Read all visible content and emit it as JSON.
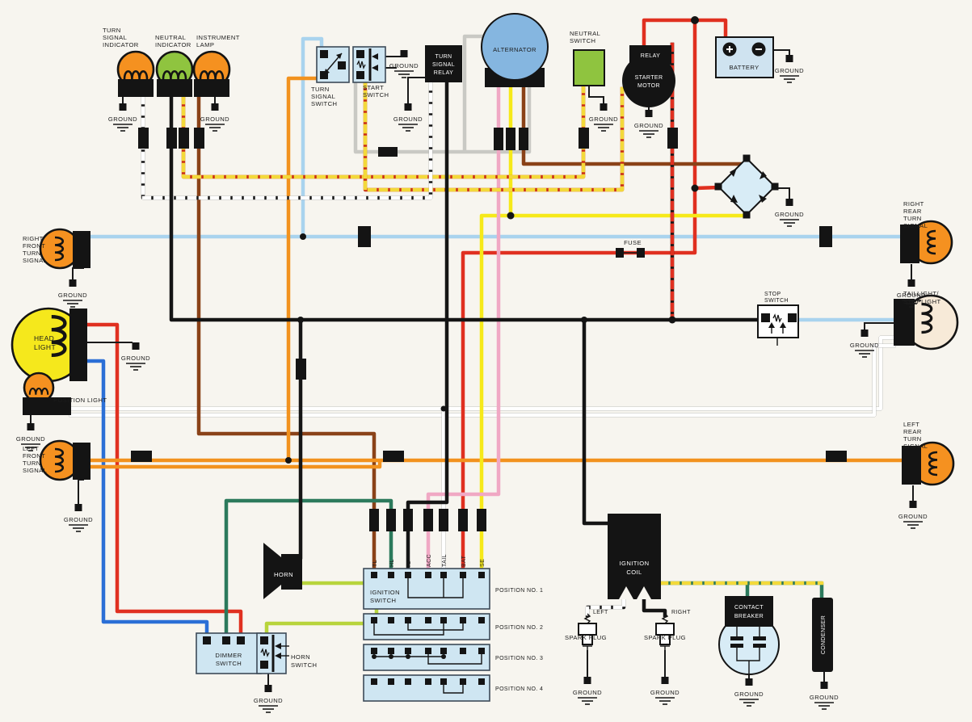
{
  "labels": {
    "ground": "GROUND",
    "fuse": "FUSE",
    "turn_signal_indicator": [
      "TURN",
      "SIGNAL",
      "INDICATOR"
    ],
    "neutral_indicator": [
      "NEUTRAL",
      "INDICATOR"
    ],
    "instrument_lamp": [
      "INSTRUMENT",
      "LAMP"
    ],
    "turn_signal_switch": [
      "TURN",
      "SIGNAL",
      "SWITCH"
    ],
    "start_switch": [
      "START",
      "SWITCH"
    ],
    "turn_signal_relay": [
      "TURN",
      "SIGNAL",
      "RELAY"
    ],
    "alternator": "ALTERNATOR",
    "neutral_switch": [
      "NEUTRAL",
      "SWITCH"
    ],
    "relay": "RELAY",
    "starter_motor": [
      "STARTER",
      "MOTOR"
    ],
    "battery": "BATTERY",
    "right_rear_turn_signal": [
      "RIGHT",
      "REAR",
      "TURN",
      "SIGNAL"
    ],
    "right_front_turn_signal": [
      "RIGHT",
      "FRONT",
      "TURN",
      "SIGNAL"
    ],
    "stop_switch": [
      "STOP",
      "SWITCH"
    ],
    "taillight_stoplight": [
      "TAILLIGHT/",
      "STOPLIGHT"
    ],
    "head_light": [
      "HEAD",
      "LIGHT"
    ],
    "position_light": "POSITION LIGHT",
    "left_front_turn_signal": [
      "LEFT",
      "FRONT",
      "TURN",
      "SIGNAL"
    ],
    "left_rear_turn_signal": [
      "LEFT",
      "REAR",
      "TURN",
      "SIGNAL"
    ],
    "horn": "HORN",
    "dimmer_switch": [
      "DIMMER",
      "SWITCH"
    ],
    "horn_switch": [
      "HORN",
      "SWITCH"
    ],
    "ignition_switch": [
      "IGNITION",
      "SWITCH"
    ],
    "ignition_positions": [
      "POSITION NO. 1",
      "POSITION NO. 2",
      "POSITION NO. 3",
      "POSITION NO. 4"
    ],
    "ignition_terminals": [
      "TL",
      "HL",
      "IG",
      "ACC",
      "TAIL",
      "BAT",
      "SE"
    ],
    "ignition_coil": [
      "IGNITION",
      "COIL"
    ],
    "spark_plug": "SPARK PLUG",
    "left": "LEFT",
    "right": "RIGHT",
    "contact_breaker": [
      "CONTACT",
      "BREAKER"
    ],
    "condenser": "CONDENSER"
  },
  "palette": {
    "background": "#f7f5ef",
    "wire_sky_blue": "#a9d3ee",
    "wire_blue": "#2b6fd6",
    "wire_red": "#e03020",
    "wire_orange": "#f2921e",
    "wire_yellow": "#f6e919",
    "wire_pink": "#f0a8c4",
    "wire_brown": "#8a4218",
    "wire_green_teal": "#2c7a5c",
    "wire_chartreuse": "#b8d43c",
    "wire_gray": "#c9c9c4",
    "wire_black": "#151515",
    "stripe_red_yellow": "#c92c16",
    "bulb_orange": "#f59120",
    "bulb_green": "#8fc43f",
    "bulb_yellow": "#f5e81c",
    "bulb_cream": "#f7ead8",
    "component_blue": "#cfe6f2",
    "alternator_blue": "#85b6e0"
  }
}
